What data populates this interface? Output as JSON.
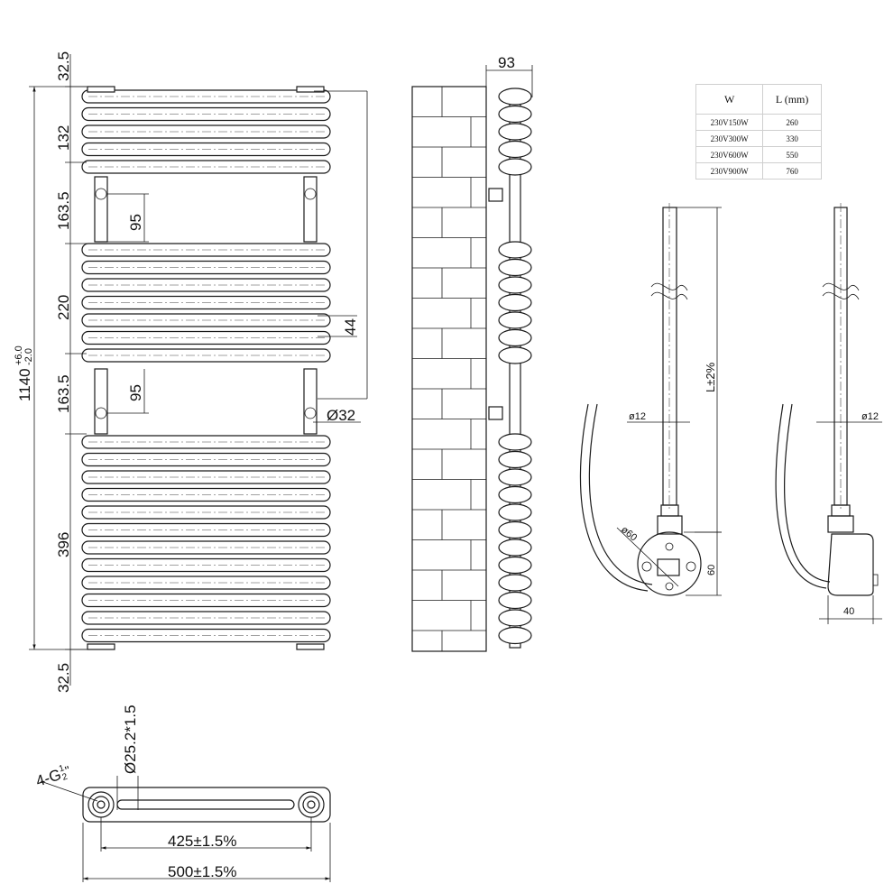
{
  "front_view": {
    "height_main": "1140",
    "height_tol_upper": "+6.0",
    "height_tol_lower": "-2.0",
    "dims": [
      "32.5",
      "132",
      "163.5",
      "220",
      "163.5",
      "396",
      "32.5"
    ],
    "spacing_upper": "95",
    "spacing_lower": "95",
    "tube_gap": "44",
    "valve_diameter": "Ø32"
  },
  "side_view": {
    "depth": "93"
  },
  "spec_table": {
    "headers": [
      "W",
      "L (mm)"
    ],
    "rows": [
      [
        "230V150W",
        "260"
      ],
      [
        "230V300W",
        "330"
      ],
      [
        "230V600W",
        "550"
      ],
      [
        "230V900W",
        "760"
      ]
    ]
  },
  "heater_front": {
    "length_label": "L±2%",
    "rod_diameter": "ø12",
    "head_diameter": "ø60",
    "head_height": "60"
  },
  "heater_side": {
    "rod_diameter": "ø12",
    "head_depth": "40"
  },
  "bottom_view": {
    "thread_prefix": "4-G",
    "thread_num": "1",
    "thread_den": "2",
    "thread_suffix": "\"",
    "pipe_diameter": "Ø25.2*1.5",
    "center_distance": "425±1.5%",
    "overall_width": "500±1.5%"
  }
}
